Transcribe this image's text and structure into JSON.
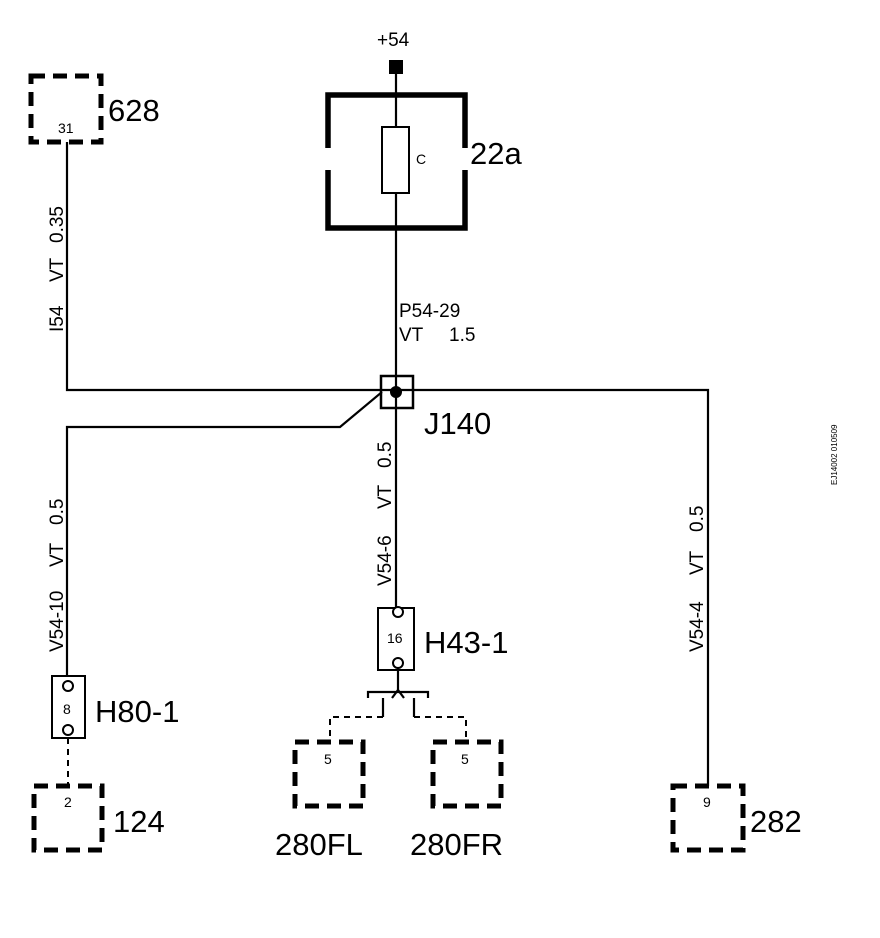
{
  "supply": {
    "label": "+54"
  },
  "fuse": {
    "id": "22a",
    "letter": "C"
  },
  "splice": {
    "id": "J140"
  },
  "components": {
    "c628": {
      "id": "628",
      "pin": "31"
    },
    "c124": {
      "id": "124",
      "pin": "2"
    },
    "c280fl": {
      "id": "280FL",
      "pin": "5"
    },
    "c280fr": {
      "id": "280FR",
      "pin": "5"
    },
    "c282": {
      "id": "282",
      "pin": "9"
    }
  },
  "connectors": {
    "h80": {
      "id": "H80-1",
      "pin": "8"
    },
    "h43": {
      "id": "H43-1",
      "pin": "16"
    }
  },
  "wires": {
    "w628": {
      "circuit": "I54",
      "color": "VT",
      "size": "0.35"
    },
    "w_main": {
      "circuit": "P54-29",
      "color": "VT",
      "size": "1.5"
    },
    "w_h80": {
      "circuit": "V54-10",
      "color": "VT",
      "size": "0.5"
    },
    "w_h43": {
      "circuit": "V54-6",
      "color": "VT",
      "size": "0.5"
    },
    "w_282": {
      "circuit": "V54-4",
      "color": "VT",
      "size": "0.5"
    }
  },
  "code": "EJ14002  010509"
}
